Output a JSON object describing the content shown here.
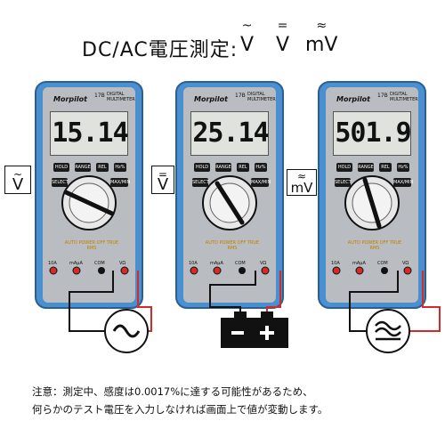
{
  "title": {
    "text": "DC/AC電圧測定:",
    "symbols": [
      {
        "mark": "~",
        "unit": "V"
      },
      {
        "mark": "=",
        "unit": "V"
      },
      {
        "mark": "≈",
        "unit": "mV"
      }
    ]
  },
  "meters": [
    {
      "brand": "Morpilot",
      "model": "17B",
      "kind": "DIGITAL MULTIMETER",
      "reading": "15.14",
      "mode_mark": "~",
      "mode_unit": "V",
      "source": "ac-source-icon"
    },
    {
      "brand": "Morpilot",
      "model": "17B",
      "kind": "DIGITAL MULTIMETER",
      "reading": "25.14",
      "mode_mark": "=",
      "mode_unit": "V",
      "source": "battery-icon"
    },
    {
      "brand": "Morpilot",
      "model": "17B",
      "kind": "DIGITAL MULTIMETER",
      "reading": "501.9",
      "mode_mark": "≈",
      "mode_unit": "mV",
      "source": "ac-mv-source-icon"
    }
  ],
  "buttons": {
    "hold": "HOLD",
    "range": "RANGE",
    "rel": "REL",
    "hz": "Hz%",
    "select": "SELECT",
    "maxmin": "MAX/MIN"
  },
  "power_text": "AUTO POWER OFF TRUE RMS",
  "jacks": {
    "a10": "10A",
    "ma": "mAμA",
    "com": "COM",
    "v": "VΩ"
  },
  "note": {
    "line1": "注意：測定中、感度は0.0017%に達する可能性があるため、",
    "line2": "何らかのテスト電圧を入力しなければ画面上で値が変動します。"
  },
  "colors": {
    "body": "#4a8fd0",
    "face": "#b9bcc0",
    "red_lead": "#d42a2a",
    "black_lead": "#111111"
  }
}
